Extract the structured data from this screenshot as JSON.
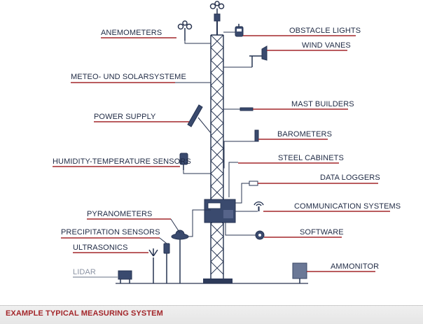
{
  "labels": {
    "anemometers": "ANEMOMETERS",
    "obstacle_lights": "OBSTACLE LIGHTS",
    "wind_vanes": "WIND VANES",
    "meteo_solar": "METEO- UND SOLARSYSTEME",
    "mast_builders": "MAST BUILDERS",
    "power_supply": "POWER SUPPLY",
    "barometers": "BAROMETERS",
    "steel_cabinets": "STEEL CABINETS",
    "humidity_temperature": "HUMIDITY-TEMPERATURE SENSORS",
    "data_loggers": "DATA LOGGERS",
    "communication": "COMMUNICATION SYSTEMS",
    "pyranometers": "PYRANOMETERS",
    "software": "SOFTWARE",
    "precipitation": "PRECIPITATION SENSORS",
    "ultrasonics": "ULTRASONICS",
    "ammonitor": "AMMONITOR",
    "lidar": "LIDAR"
  },
  "footer": {
    "title": "EXAMPLE TYPICAL MEASURING SYSTEM"
  },
  "colors": {
    "label_text": "#1f2a44",
    "accent_underline": "#a3262a",
    "lidar_grey": "#8b93a3",
    "footer_bg": "#ececec"
  }
}
